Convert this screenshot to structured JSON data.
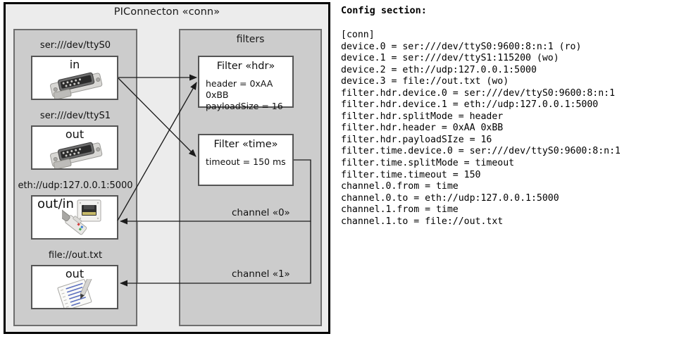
{
  "diagram": {
    "title": "PIConnecton «conn»",
    "devices_panel": {
      "name": "devices-panel",
      "items": [
        {
          "label": "ser:///dev/ttyS0",
          "io": "in",
          "icon": "serial-db9-icon",
          "io_align": "center"
        },
        {
          "label": "ser:///dev/ttyS1",
          "io": "out",
          "icon": "serial-db9-icon",
          "io_align": "center"
        },
        {
          "label": "eth://udp:127.0.0.1:5000",
          "io": "out/in",
          "icon": "ethernet-rj45-icon",
          "io_align": "left"
        },
        {
          "label": "file://out.txt",
          "io": "out",
          "icon": "text-file-pen-icon",
          "io_align": "center"
        }
      ]
    },
    "filters_panel": {
      "title": "filters",
      "filters": [
        {
          "title": "Filter «hdr»",
          "props": [
            "header = 0xAA 0xBB",
            "payloadSize = 16"
          ]
        },
        {
          "title": "Filter «time»",
          "props": [
            "timeout = 150 ms"
          ]
        }
      ],
      "channels": [
        {
          "label": "channel «0»"
        },
        {
          "label": "channel «1»"
        }
      ]
    }
  },
  "config": {
    "heading": "Config section:",
    "lines": [
      "[conn]",
      "device.0 = ser:///dev/ttyS0:9600:8:n:1 (ro)",
      "device.1 = ser:///dev/ttyS1:115200 (wo)",
      "device.2 = eth://udp:127.0.0.1:5000",
      "device.3 = file://out.txt (wo)",
      "filter.hdr.device.0 = ser:///dev/ttyS0:9600:8:n:1",
      "filter.hdr.device.1 = eth://udp:127.0.0.1:5000",
      "filter.hdr.splitMode = header",
      "filter.hdr.header = 0xAA 0xBB",
      "filter.hdr.payloadSIze = 16",
      "filter.time.device.0 = ser:///dev/ttyS0:9600:8:n:1",
      "filter.time.splitMode = timeout",
      "filter.time.timeout = 150",
      "channel.0.from = time",
      "channel.0.to = eth://udp:127.0.0.1:5000",
      "channel.1.from = time",
      "channel.1.to = file://out.txt"
    ],
    "text": "[conn]\ndevice.0 = ser:///dev/ttyS0:9600:8:n:1 (ro)\ndevice.1 = ser:///dev/ttyS1:115200 (wo)\ndevice.2 = eth://udp:127.0.0.1:5000\ndevice.3 = file://out.txt (wo)\nfilter.hdr.device.0 = ser:///dev/ttyS0:9600:8:n:1\nfilter.hdr.device.1 = eth://udp:127.0.0.1:5000\nfilter.hdr.splitMode = header\nfilter.hdr.header = 0xAA 0xBB\nfilter.hdr.payloadSIze = 16\nfilter.time.device.0 = ser:///dev/ttyS0:9600:8:n:1\nfilter.time.splitMode = timeout\nfilter.time.timeout = 150\nchannel.0.from = time\nchannel.0.to = eth://udp:127.0.0.1:5000\nchannel.1.from = time\nchannel.1.to = file://out.txt"
  },
  "colors": {
    "page_bg": "#ffffff",
    "outer_bg": "#ececec",
    "panel_bg": "#cccccc",
    "box_bg": "#ffffff",
    "border_dark": "#000000",
    "border_mid": "#6e6e6e",
    "border_box": "#555555",
    "text": "#111111"
  }
}
